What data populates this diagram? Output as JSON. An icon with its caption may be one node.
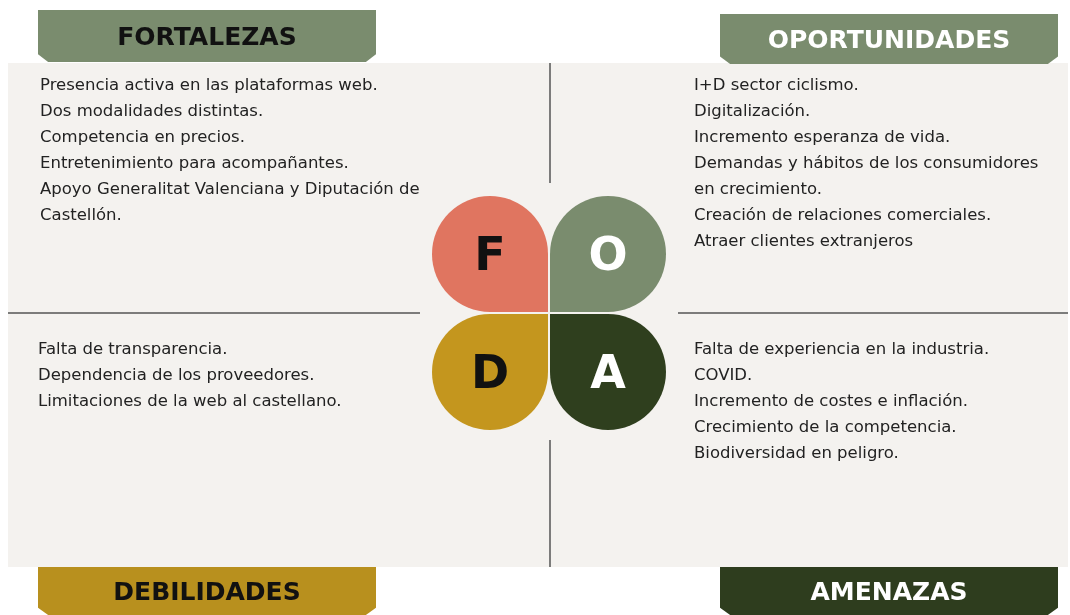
{
  "diagram": {
    "nodes": [
      {
        "text": [
          "FORTALEZAS"
        ]
      },
      {
        "text": [
          "Presencia activa en las plataformas web.",
          "Dos modalidades distintas.",
          "Competencia en precios.",
          "Entretenimiento para acompañantes.",
          "Apoyo Generalitat Valenciana y Diputación de Castellón."
        ]
      },
      {
        "text": [
          "OPORTUNIDADES"
        ]
      },
      {
        "text": [
          "I+D sector ciclismo.",
          "Digitalización.",
          "Incremento esperanza de vida.",
          "Demandas y hábitos de los consumidores en crecimiento.",
          "Creación de relaciones comerciales.",
          "Atraer clientes extranjeros"
        ]
      },
      {
        "text": [
          "F"
        ]
      },
      {
        "text": [
          "O"
        ]
      },
      {
        "text": [
          "D"
        ]
      },
      {
        "text": [
          "A"
        ]
      },
      {
        "text": [
          "Falta de transparencia.",
          "Dependencia de los proveedores.",
          "Limitaciones de la web al castellano."
        ]
      },
      {
        "text": [
          "Falta de experiencia en la industria.",
          "COVID.",
          "Incremento de costes e inflación.",
          "Crecimiento de la competencia.",
          "Biodiversidad en peligro."
        ]
      },
      {
        "text": [
          "DEBILIDADES"
        ]
      },
      {
        "text": [
          "AMENAZAS"
        ]
      }
    ]
  }
}
